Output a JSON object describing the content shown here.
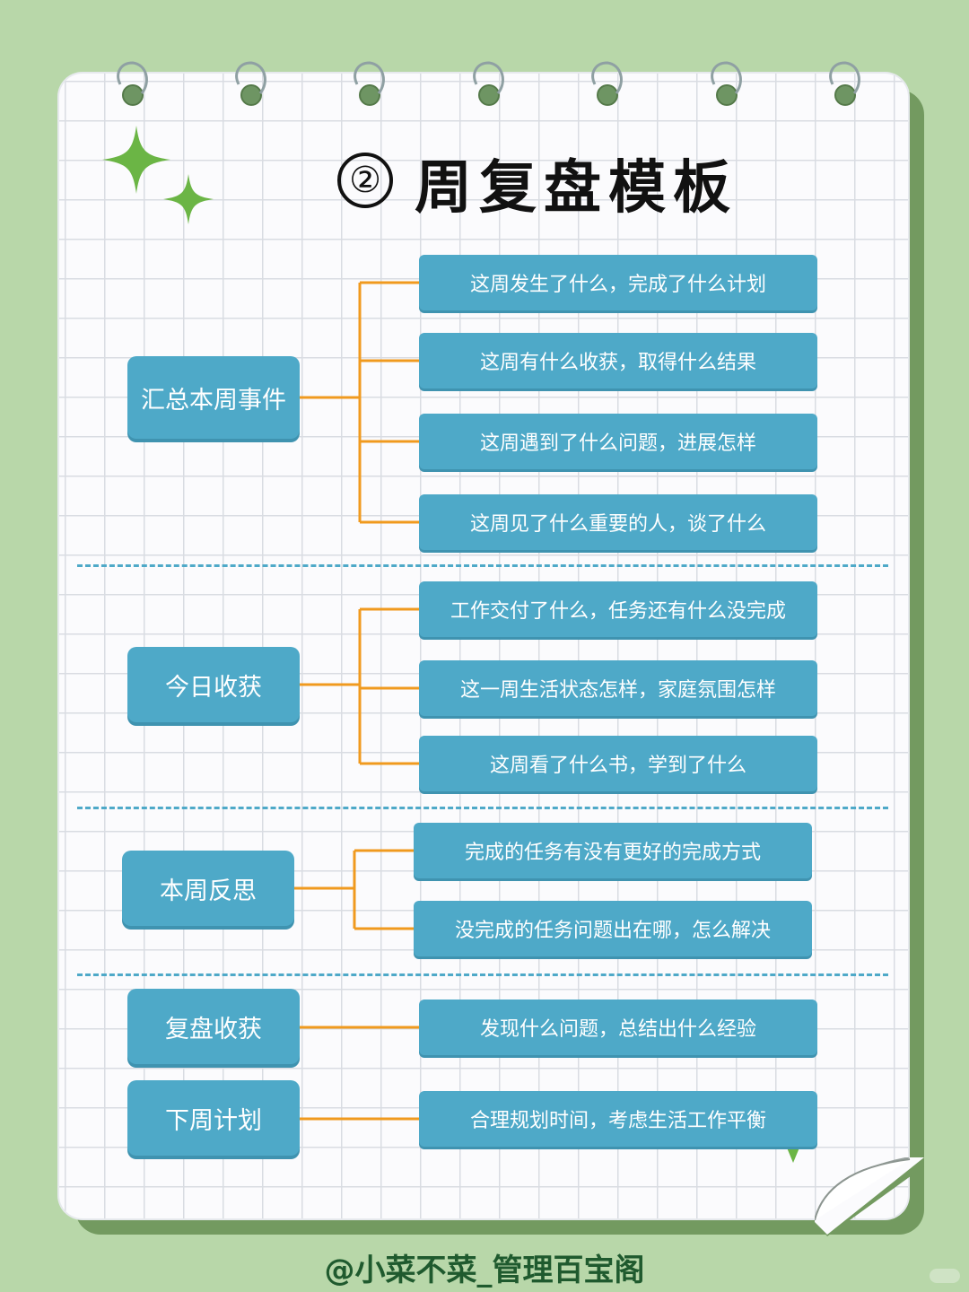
{
  "title": {
    "number": "②",
    "text": "周复盘模板"
  },
  "sections": [
    {
      "label": "汇总本周事件",
      "items": [
        "这周发生了什么，完成了什么计划",
        "这周有什么收获，取得什么结果",
        "这周遇到了什么问题，进展怎样",
        "这周见了什么重要的人，谈了什么"
      ]
    },
    {
      "label": "今日收获",
      "items": [
        "工作交付了什么，任务还有什么没完成",
        "这一周生活状态怎样，家庭氛围怎样",
        "这周看了什么书，学到了什么"
      ]
    },
    {
      "label": "本周反思",
      "items": [
        "完成的任务有没有更好的完成方式",
        "没完成的任务问题出在哪，怎么解决"
      ]
    },
    {
      "label": "复盘收获",
      "items": [
        "发现什么问题，总结出什么经验"
      ]
    },
    {
      "label": "下周计划",
      "items": [
        "合理规划时间，考虑生活工作平衡"
      ]
    }
  ],
  "footer": "@小菜不菜_管理百宝阁",
  "icons": [
    "sparkle-star-icon",
    "binder-ring-icon",
    "page-fold-icon"
  ],
  "colors": {
    "background": "#b8d7a9",
    "box": "#4ea9c8",
    "connector": "#f09a1e",
    "star": "#6bb545",
    "footer_text": "#1f5a2e"
  }
}
